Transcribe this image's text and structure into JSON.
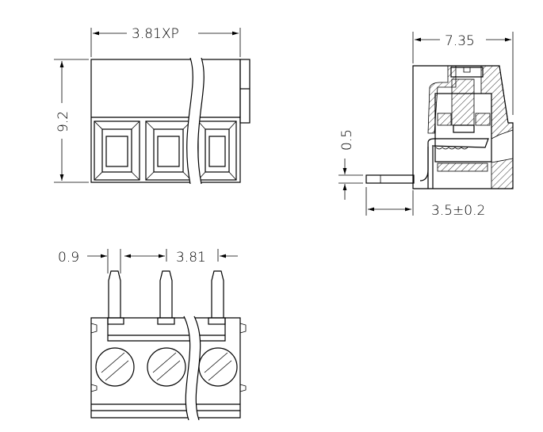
{
  "front_view": {
    "width_label": "3.81XP",
    "height_label": "9.2"
  },
  "side_view": {
    "depth_label": "7.35",
    "pin_thickness_label": "0.5",
    "pin_length_label": "3.5±0.2"
  },
  "bottom_view": {
    "pin_width_label": "0.9",
    "pitch_label": "3.81"
  },
  "colors": {
    "line": "#000000",
    "background": "#ffffff"
  }
}
